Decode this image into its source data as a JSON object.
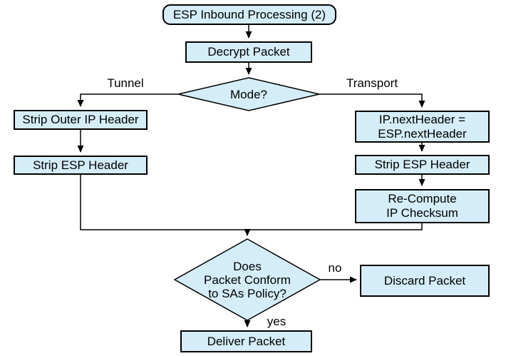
{
  "diagram": {
    "type": "flowchart",
    "colors": {
      "node_fill": "#d5edf9",
      "node_border": "#000000",
      "line_color": "#000000",
      "text_color": "#000000",
      "background": "#ffffff"
    },
    "nodes": {
      "start": "ESP Inbound Processing (2)",
      "decrypt": "Decrypt Packet",
      "mode_decision": "Mode?",
      "strip_outer_ip": "Strip Outer IP Header",
      "strip_esp_left": "Strip ESP Header",
      "ip_next_header": "IP.nextHeader =\nESP.nextHeader",
      "strip_esp_right": "Strip ESP Header",
      "recompute_checksum": "Re-Compute\nIP Checksum",
      "policy_decision": "Does\nPacket Conform\nto SAs Policy?",
      "discard": "Discard Packet",
      "deliver": "Deliver Packet"
    },
    "edge_labels": {
      "tunnel": "Tunnel",
      "transport": "Transport",
      "no": "no",
      "yes": "yes"
    }
  }
}
